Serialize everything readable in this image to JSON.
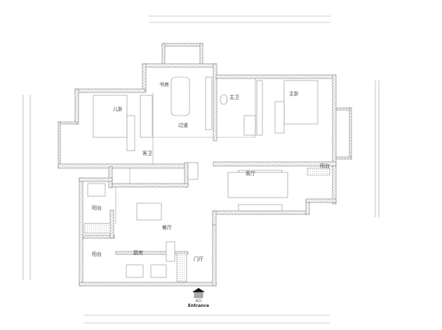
{
  "rooms": {
    "study": "书房",
    "kids_bedroom": "儿卧",
    "master_bath": "主卫",
    "master_bedroom": "主卧",
    "corridor": "过道",
    "guest_bath": "客卫",
    "living_room": "客厅",
    "balcony_right": "阳台",
    "balcony_left_upper": "阳台",
    "dining_room": "餐厅",
    "balcony_left_lower": "阳台",
    "kitchen": "厨房",
    "foyer": "门厅"
  },
  "entrance": {
    "code": "A口",
    "label": "Entrance"
  }
}
